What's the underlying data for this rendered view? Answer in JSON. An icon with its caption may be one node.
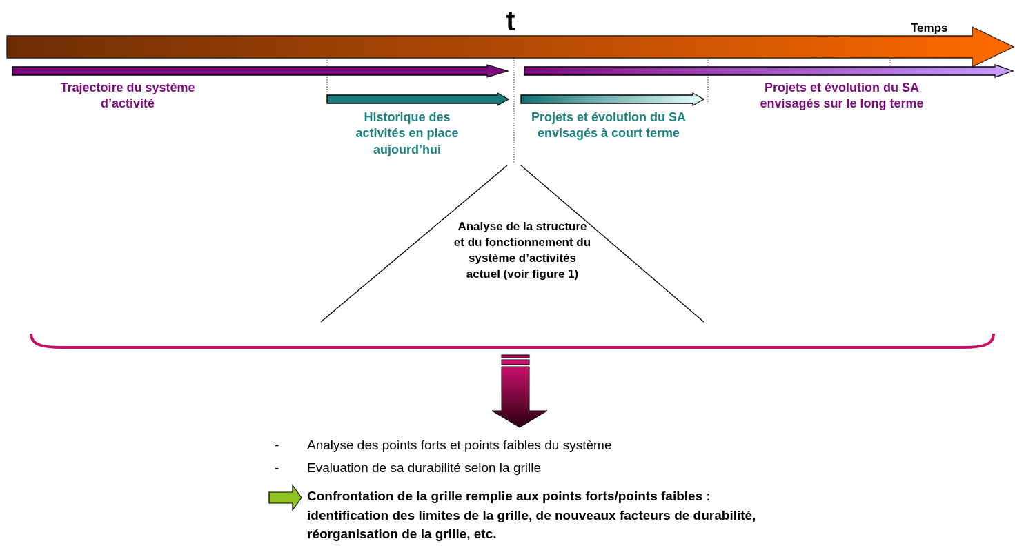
{
  "diagram": {
    "labels": [
      "t",
      "Temps",
      "Trajectoire du système d’activité",
      "Projets et évolution du SA envisagés sur le long terme",
      "Historique des activités en place aujourd’hui",
      "Projets et évolution du SA envisagés à court terme",
      "Analyse de la structure et du fonctionnement du système d’activités actuel (voir figure 1)",
      "-",
      "Analyse des points forts et points faibles du système",
      "-",
      "Evaluation de sa durabilité selon la grille",
      "Confrontation de la grille remplie aux points forts/points faibles : identification des limites de la grille, de nouveaux facteurs de durabilité, réorganisation de la grille, etc."
    ]
  }
}
